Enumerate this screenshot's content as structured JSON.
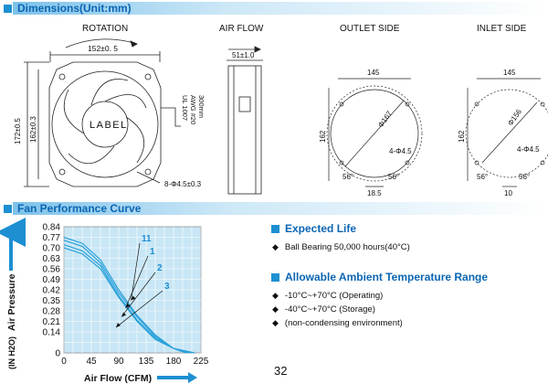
{
  "sections": {
    "dimensions_title": "Dimensions(Unit:mm)",
    "performance_title": "Fan Performance Curve"
  },
  "drawings": {
    "rotation_label": "ROTATION",
    "airflow_label": "AIR FLOW",
    "outlet_label": "OUTLET SIDE",
    "inlet_label": "INLET SIDE",
    "fan_label": "LABEL",
    "dim_width": "152±0. 5",
    "dim_height_outer": "172±0.5",
    "dim_height_inner": "162±0.3",
    "dim_holes": "8-Φ4.5±0.3",
    "dim_depth": "51±1.0",
    "wire_spec": [
      "UL 1007",
      "AWG #20",
      "300mm"
    ],
    "outlet": {
      "width": "145",
      "height": "162",
      "diameter": "Φ167",
      "holes": "4-Φ4.5",
      "angle_left": "56°",
      "angle_right": "56°",
      "bottom": "18.5"
    },
    "inlet": {
      "width": "145",
      "height": "162",
      "diameter": "Φ156",
      "holes": "4-Φ4.5",
      "angle_left": "56°",
      "angle_right": "56°",
      "bottom": "10"
    }
  },
  "expected_life": {
    "title": "Expected Life",
    "items": [
      "Ball Bearing 50,000 hours(40°C)"
    ]
  },
  "temperature": {
    "title": "Allowable Ambient Temperature Range",
    "items": [
      "-10°C~+70°C (Operating)",
      "-40°C~+70°C (Storage)",
      "(non-condensing environment)"
    ]
  },
  "page_number": "32",
  "colors": {
    "accent": "#1d8fd2",
    "title_blue": "#0b66b3",
    "plot_bg": "#c8e6f5",
    "curve": "#2aa1da"
  },
  "chart_data": {
    "type": "line",
    "xlabel": "Air Flow (CFM)",
    "ylabel": "Air Pressure",
    "ylabel_unit": "(IN H2O)",
    "xlim": [
      0,
      225
    ],
    "ylim": [
      0,
      0.84
    ],
    "x_ticks": [
      "0",
      "45",
      "90",
      "135",
      "180",
      "225"
    ],
    "y_ticks": [
      "0",
      "0.14",
      "0.21",
      "0.28",
      "0.35",
      "0.42",
      "0.49",
      "0.56",
      "0.63",
      "0.70",
      "0.77",
      "0.84"
    ],
    "grid": true,
    "series": [
      {
        "name": "11",
        "x": [
          0,
          30,
          60,
          90,
          120,
          150,
          180,
          200
        ],
        "y": [
          0.77,
          0.73,
          0.62,
          0.42,
          0.25,
          0.12,
          0.03,
          0.0
        ]
      },
      {
        "name": "1",
        "x": [
          0,
          30,
          60,
          90,
          120,
          150,
          180,
          205
        ],
        "y": [
          0.75,
          0.71,
          0.6,
          0.4,
          0.24,
          0.11,
          0.03,
          0.0
        ]
      },
      {
        "name": "2",
        "x": [
          0,
          30,
          60,
          90,
          120,
          150,
          180,
          210
        ],
        "y": [
          0.72,
          0.68,
          0.58,
          0.38,
          0.22,
          0.1,
          0.03,
          0.0
        ]
      },
      {
        "name": "3",
        "x": [
          0,
          30,
          60,
          90,
          120,
          150,
          180,
          215
        ],
        "y": [
          0.7,
          0.66,
          0.56,
          0.37,
          0.21,
          0.09,
          0.03,
          0.0
        ]
      }
    ]
  }
}
